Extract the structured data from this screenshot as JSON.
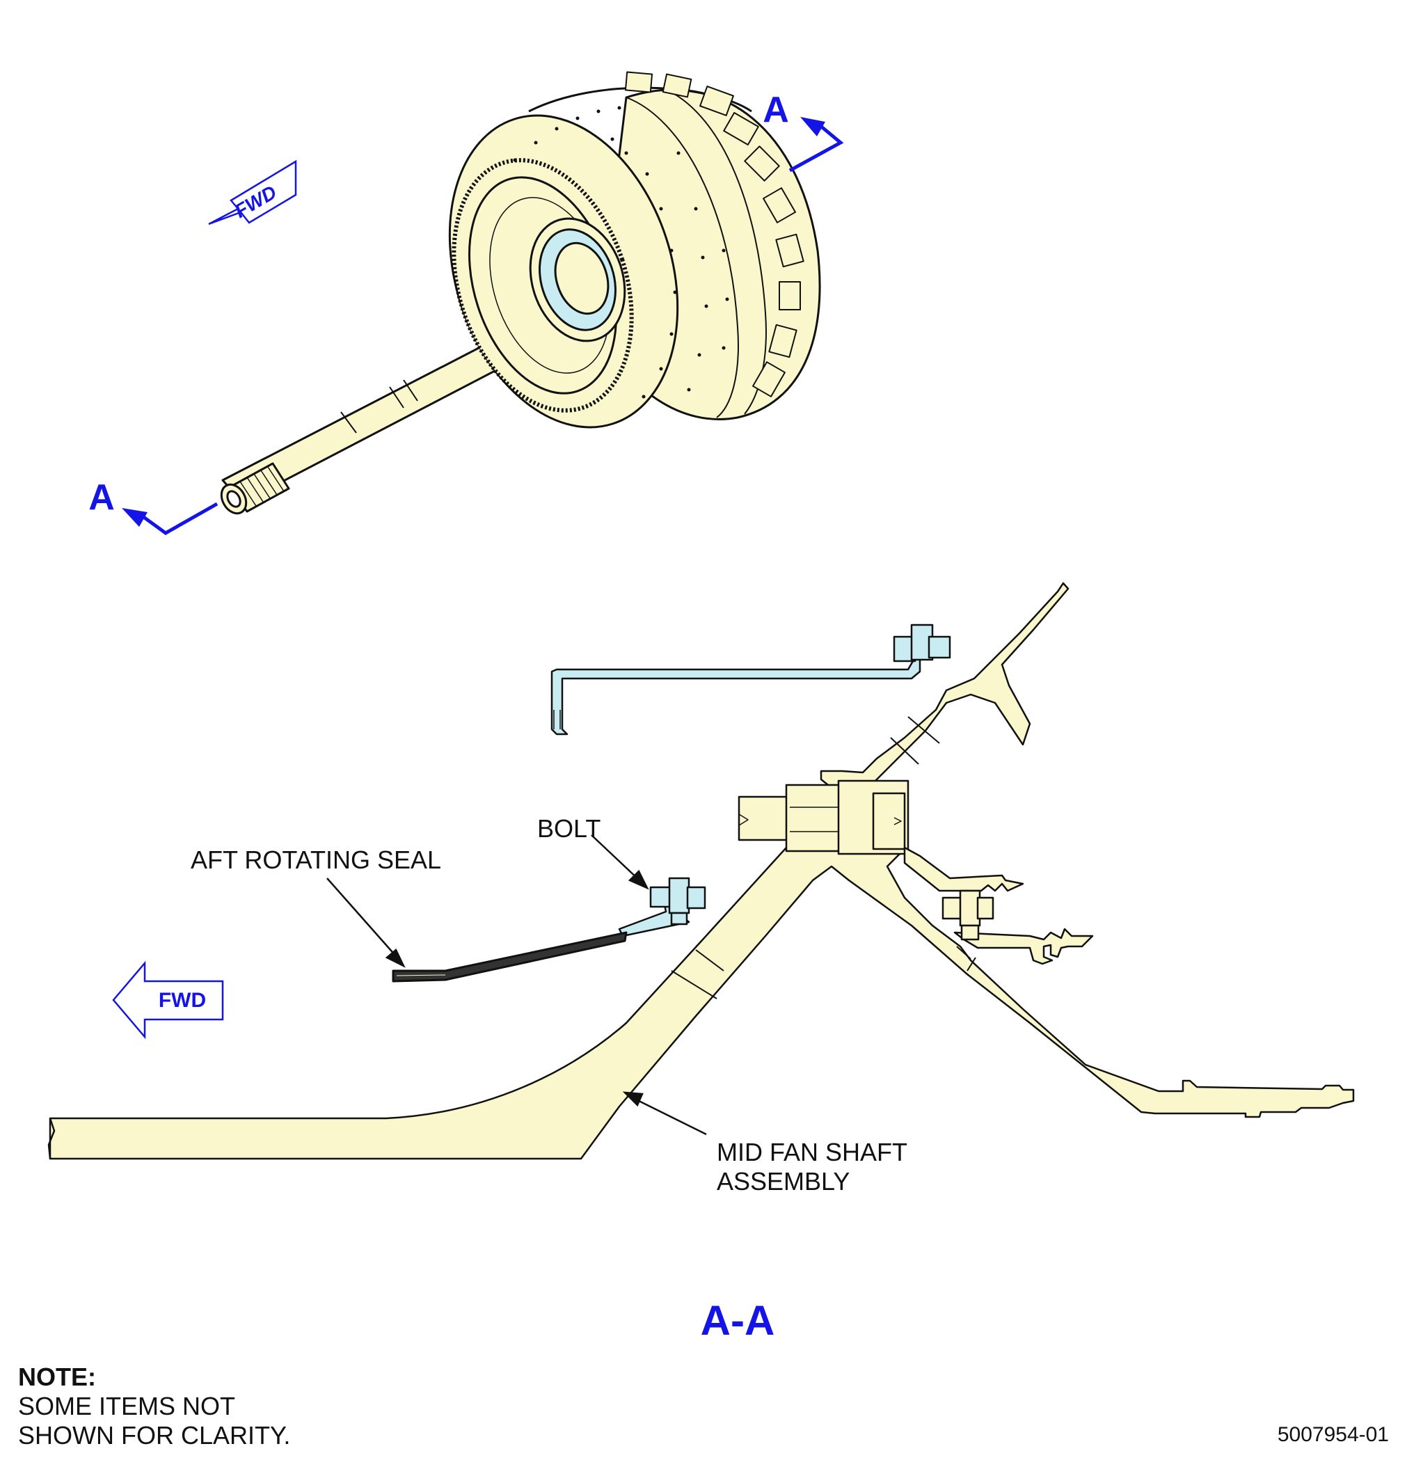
{
  "view_markers": {
    "section_letter_upper": "A",
    "section_letter_lower": "A",
    "section_title": "A-A"
  },
  "fwd_arrows": {
    "upper": "FWD",
    "lower": "FWD"
  },
  "callouts": {
    "bolt": "BOLT",
    "aft_rotating_seal": "AFT ROTATING SEAL",
    "mid_fan_shaft_line1": "MID FAN SHAFT",
    "mid_fan_shaft_line2": "ASSEMBLY"
  },
  "note": {
    "title": "NOTE:",
    "line1": "SOME ITEMS NOT",
    "line2": "SHOWN FOR CLARITY."
  },
  "figure_number": "5007954-01",
  "colors": {
    "part_fill": "#fbf7cc",
    "hardware_fill": "#c8ecf2",
    "marker_blue": "#1414e6",
    "outline": "#111111"
  }
}
